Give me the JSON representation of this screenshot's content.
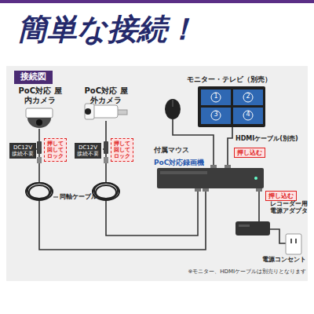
{
  "diagram": {
    "title": "簡単な接続！",
    "caption": "※モニター、HDMIケーブルは別売りとなります",
    "nodes": [
      {
        "text": [
          "接続図"
        ]
      },
      {
        "text": [
          "DC12V 接続不要"
        ]
      },
      {
        "text": [
          "押して 回して ロック"
        ]
      },
      {
        "text": [
          "DC12V 接続不要"
        ]
      },
      {
        "text": [
          "押して 回して ロック"
        ]
      },
      {
        "text": [
          "押し込む"
        ]
      },
      {
        "text": [
          "押し込む"
        ]
      }
    ],
    "labels": [
      "PoC対応 屋内カメラ",
      "PoC対応 屋外カメラ",
      "付属マウス",
      "モニター・テレビ（別売）",
      "1",
      "2",
      "3",
      "4",
      "HDMIケーブル(別売)",
      "PoC対応録画機",
      "同軸ケーブル",
      "レコーダー用 電源アダプタ",
      "電源コンセント"
    ]
  }
}
